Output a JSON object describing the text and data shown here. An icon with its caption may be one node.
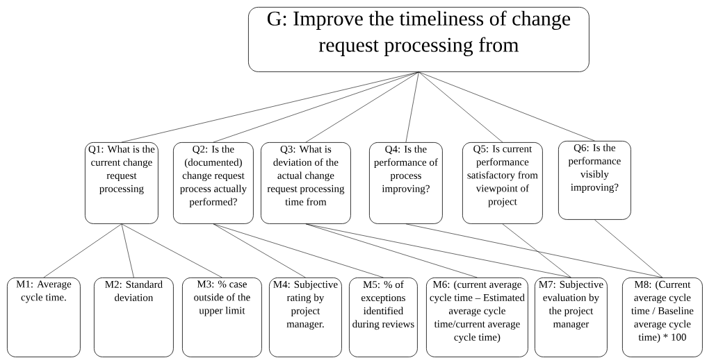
{
  "diagram": {
    "nodes": [
      {
        "text": [
          "G: Improve the timeliness of change request processing from"
        ]
      },
      {
        "text": [
          "Q1: What is the current change request processing"
        ]
      },
      {
        "text": [
          "Q2: Is the (documented) change request process actually performed?"
        ]
      },
      {
        "text": [
          "Q3: What is deviation of the actual change request processing time from"
        ]
      },
      {
        "text": [
          "Q4: Is the performance of process improving?"
        ]
      },
      {
        "text": [
          "Q5: Is current performance satisfactory from viewpoint of project"
        ]
      },
      {
        "text": [
          "Q6: Is the performance visibly improving?"
        ]
      },
      {
        "text": [
          "M1: Average cycle time."
        ]
      },
      {
        "text": [
          "M2: Standard deviation"
        ]
      },
      {
        "text": [
          "M3: % case outside of the upper limit"
        ]
      },
      {
        "text": [
          "M4: Subjective rating by project manager."
        ]
      },
      {
        "text": [
          "M5: % of exceptions identified during reviews"
        ]
      },
      {
        "text": [
          "M6: (current average cycle time – Estimated average cycle time/current average cycle time)"
        ]
      },
      {
        "text": [
          "M7: Subjective evaluation by the project manager"
        ]
      },
      {
        "text": [
          "M8: (Current average cycle time / Baseline average cycle time) * 100"
        ]
      }
    ],
    "edges": [
      {
        "from": 0,
        "to": 1,
        "arrow": "none"
      },
      {
        "from": 0,
        "to": 2,
        "arrow": "none"
      },
      {
        "from": 0,
        "to": 3,
        "arrow": "none"
      },
      {
        "from": 0,
        "to": 4,
        "arrow": "none"
      },
      {
        "from": 0,
        "to": 5,
        "arrow": "none"
      },
      {
        "from": 0,
        "to": 6,
        "arrow": "none"
      },
      {
        "from": 1,
        "to": 7,
        "arrow": "none"
      },
      {
        "from": 1,
        "to": 8,
        "arrow": "none"
      },
      {
        "from": 1,
        "to": 9,
        "arrow": "none"
      },
      {
        "from": 2,
        "to": 10,
        "arrow": "none"
      },
      {
        "from": 2,
        "to": 11,
        "arrow": "none"
      },
      {
        "from": 3,
        "to": 12,
        "arrow": "none"
      },
      {
        "from": 3,
        "to": 13,
        "arrow": "none"
      },
      {
        "from": 4,
        "to": 14,
        "arrow": "none"
      },
      {
        "from": 5,
        "to": 13,
        "arrow": "none"
      },
      {
        "from": 6,
        "to": 14,
        "arrow": "none"
      }
    ]
  }
}
